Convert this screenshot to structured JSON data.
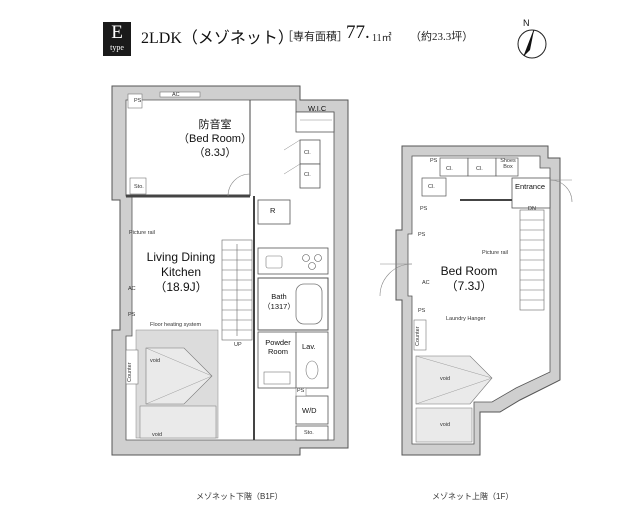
{
  "header": {
    "type_letter": "E",
    "type_word": "type",
    "plan_title": "2LDK（メゾネット）",
    "area_label": "［専有面積］",
    "area_value": "77.",
    "area_unit": "11㎡",
    "area_tsubo": "（約23.3坪）",
    "compass_letter": "N"
  },
  "lower_floor": {
    "caption": "メゾネット下階（B1F）",
    "rooms": {
      "bedroom_jp": "防音室",
      "bedroom_en": "（Bed Room）",
      "bedroom_size": "（8.3J）",
      "ldk_line1": "Living Dining",
      "ldk_line2": "Kitchen",
      "ldk_size": "（18.9J）",
      "bath": "Bath",
      "bath_size": "（1317）",
      "powder_line1": "Powder",
      "powder_line2": "Room",
      "lav": "Lav.",
      "wd": "W/D",
      "wic": "W.I.C"
    },
    "small_labels": {
      "ps_topleft": "PS",
      "ac_top": "AC",
      "cl1": "Cl.",
      "cl2": "Cl.",
      "sto_left": "Sto.",
      "picture_rail": "Picture rail",
      "ac_left": "AC",
      "ps_left": "PS",
      "floor_heating": "Floor heating system",
      "counter": "Counter",
      "void1": "void",
      "void2": "void",
      "up": "UP",
      "r": "R",
      "ps_bottom": "PS",
      "sto_bottom": "Sto."
    }
  },
  "upper_floor": {
    "caption": "メゾネット上階（1F）",
    "rooms": {
      "bedroom": "Bed Room",
      "bedroom_size": "（7.3J）",
      "entrance": "Entrance"
    },
    "small_labels": {
      "ps_top": "PS",
      "cl1": "Cl.",
      "cl2": "Cl.",
      "cl3": "Cl.",
      "shoes_box_line1": "Shoes",
      "shoes_box_line2": "Box",
      "ps_left": "PS",
      "ps_left2": "PS",
      "dn": "DN",
      "picture_rail": "Picture rail",
      "ac": "AC",
      "ps_mid": "PS",
      "laundry_hanger": "Laundry Hanger",
      "counter": "Counter",
      "void1": "void",
      "void2": "void"
    }
  }
}
